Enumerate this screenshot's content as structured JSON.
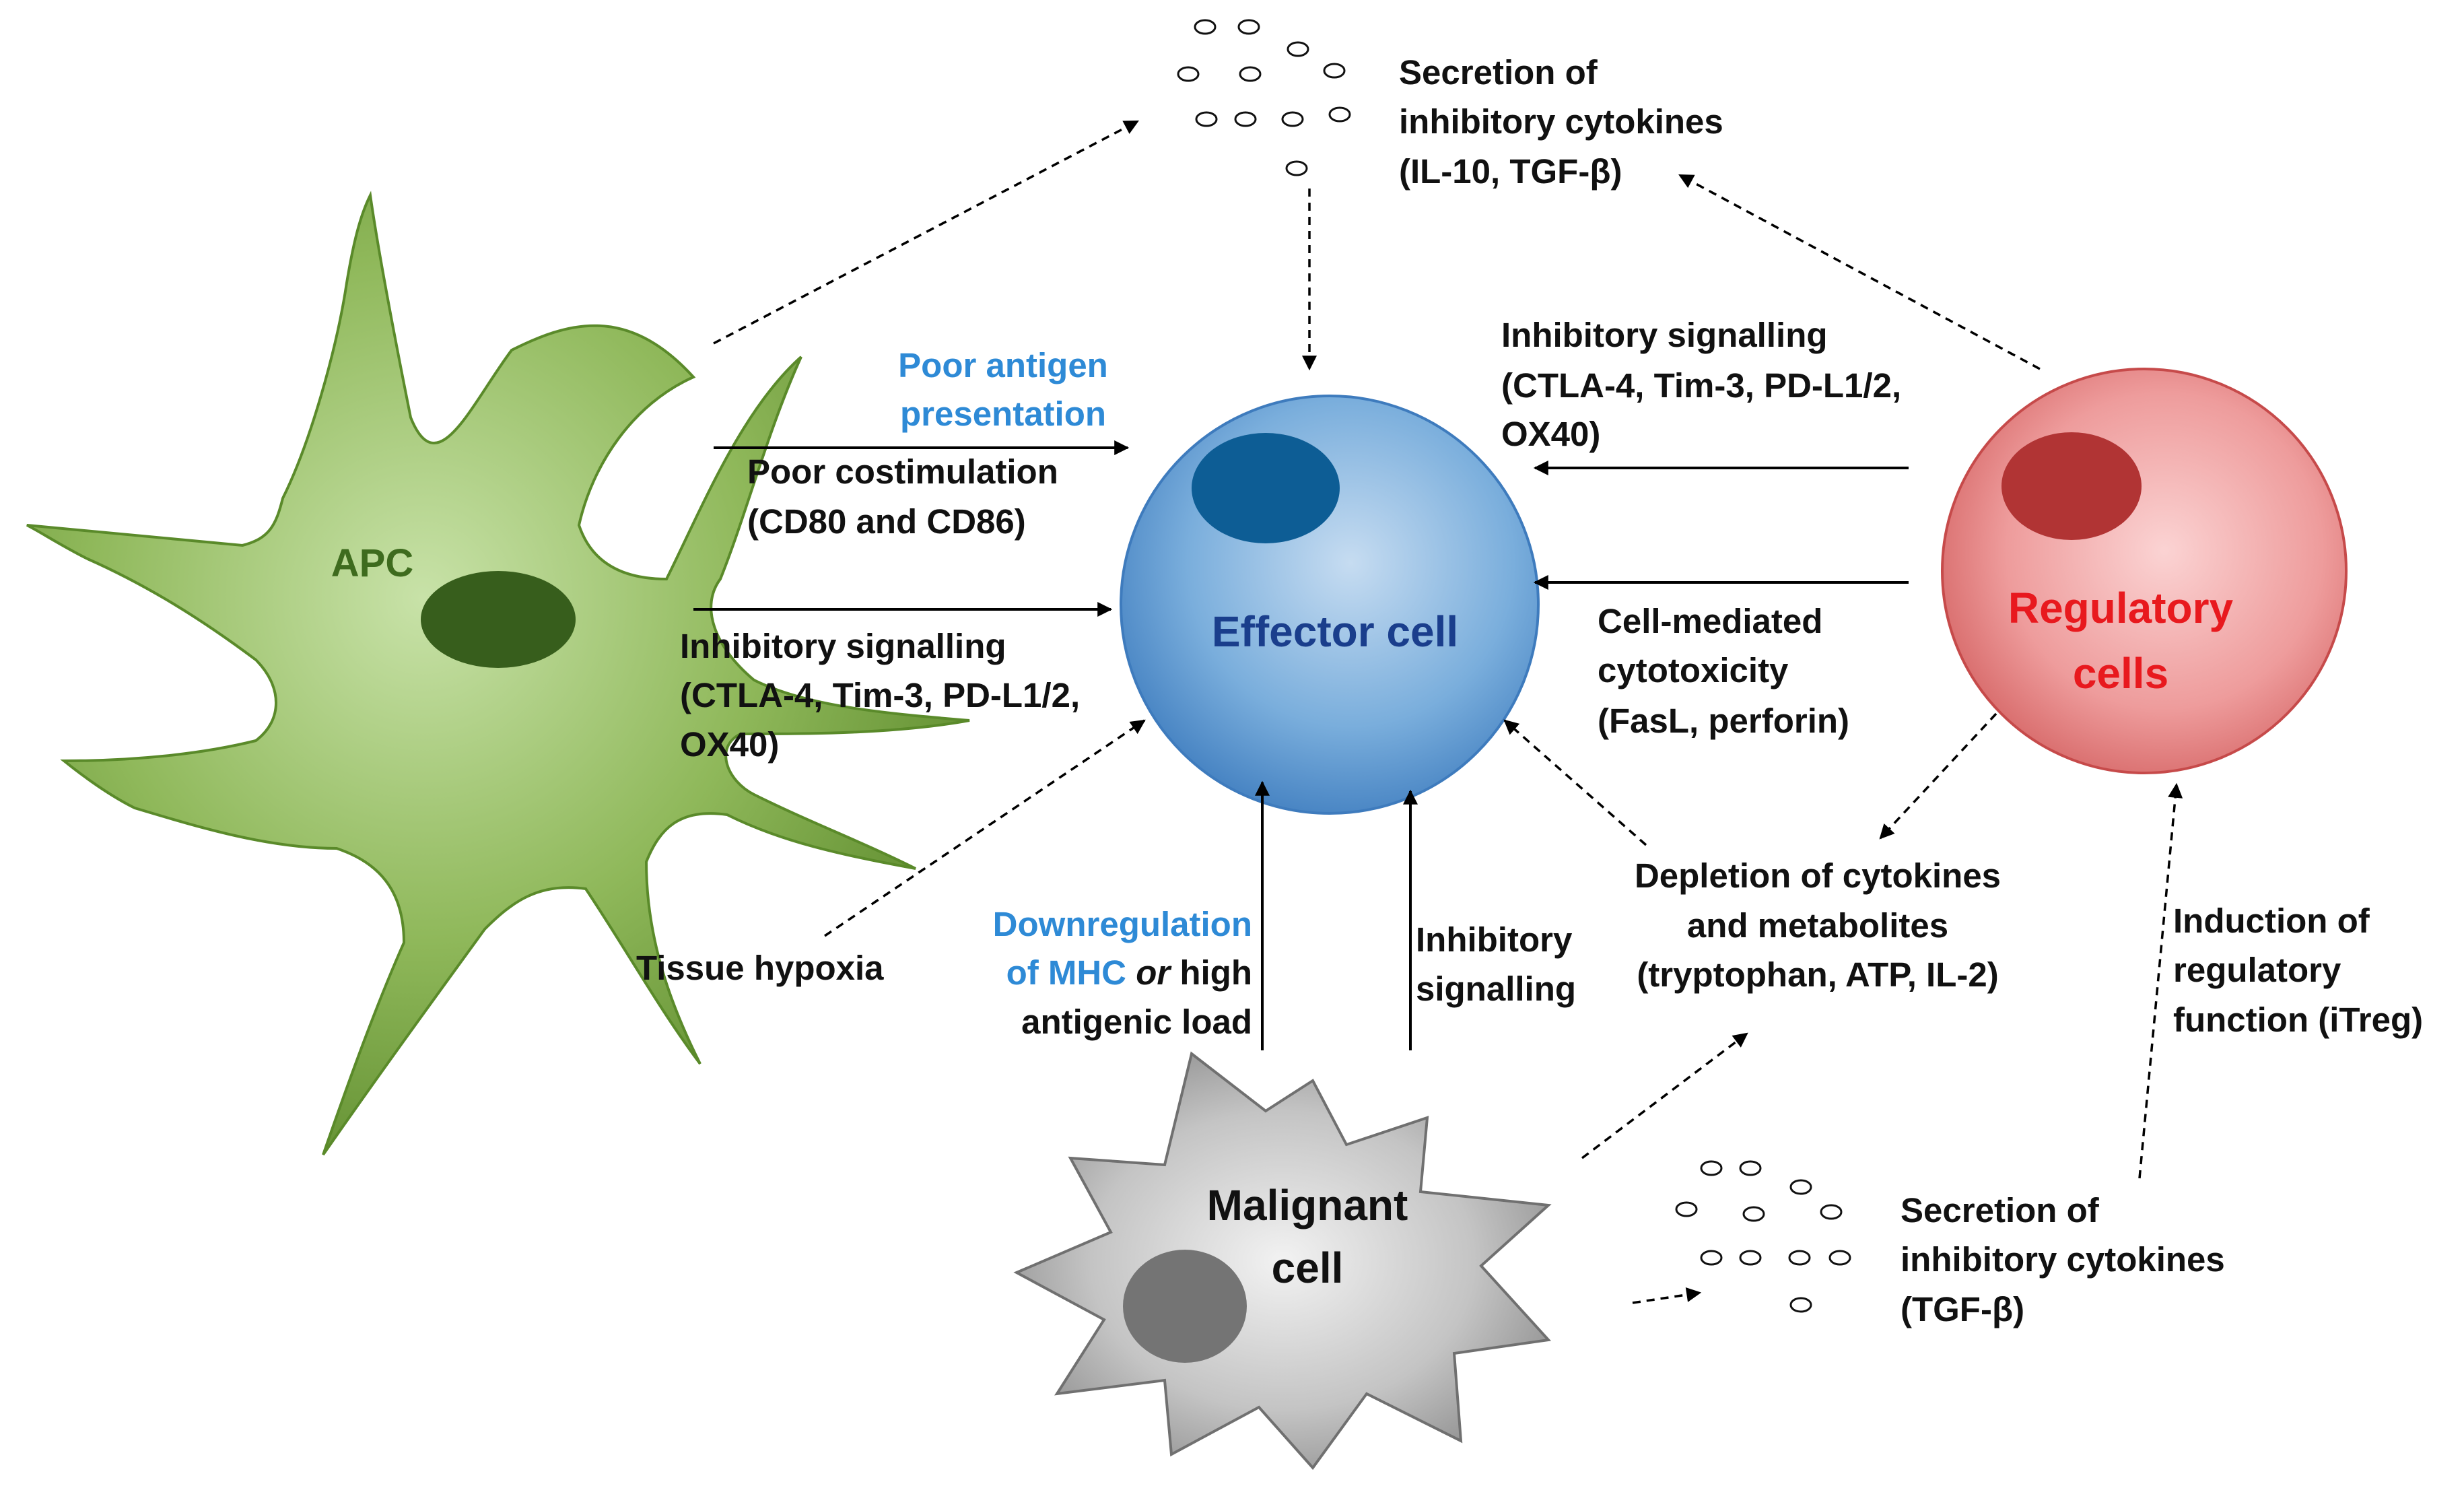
{
  "cells": {
    "apc": "APC",
    "effector": "Effector cell",
    "regulatory": [
      "Regulatory",
      "cells"
    ],
    "malignant": [
      "Malignant",
      "cell"
    ]
  },
  "labels": {
    "secretion_top": [
      "Secretion of",
      "inhibitory cytokines",
      "(IL-10, TGF-β)"
    ],
    "poor_antigen": [
      "Poor antigen",
      "presentation"
    ],
    "poor_costim": [
      "Poor costimulation",
      "(CD80 and CD86)"
    ],
    "apc_inhib": [
      "Inhibitory signalling",
      "(CTLA-4, Tim-3, PD-L1/2,",
      "OX40)"
    ],
    "reg_inhib": [
      "Inhibitory signalling",
      "(CTLA-4, Tim-3, PD-L1/2,",
      "OX40)"
    ],
    "cytotox": [
      "Cell-mediated",
      "cytotoxicity",
      "(FasL, perforin)"
    ],
    "tissue_hypoxia": "Tissue hypoxia",
    "downreg": {
      "line1": "Downregulation",
      "line2_blue": "of MHC ",
      "line2_italic": "or",
      "line2_rest": " high",
      "line3": "antigenic load"
    },
    "malig_inhib": [
      "Inhibitory",
      "signalling"
    ],
    "depletion": [
      "Depletion of cytokines",
      "and metabolites",
      "(tryptophan, ATP,  IL-2)"
    ],
    "induction": [
      "Induction of",
      "regulatory",
      "function (iTreg)"
    ],
    "secretion_bottom": [
      "Secretion of",
      "inhibitory cytokines",
      "(TGF-β)"
    ]
  },
  "colors": {
    "highlight_blue": "#2e8ad6",
    "effector_text": "#1a3e8c",
    "regulatory_text": "#e8191e",
    "apc_text": "#3e6b1e",
    "apc_body": "#7aa63f",
    "effector_body": "#5b96cf",
    "regulatory_body": "#e57a7a",
    "malignant_body": "#a8a8a8"
  },
  "icons": [
    "apc-cell-icon",
    "effector-cell-icon",
    "regulatory-cell-icon",
    "malignant-cell-icon",
    "cytokine-dots-icon"
  ]
}
